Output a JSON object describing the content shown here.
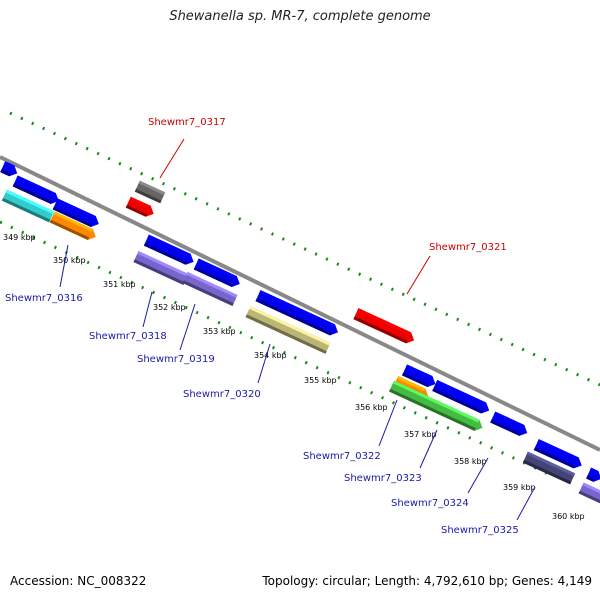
{
  "header": {
    "title": "Shewanella sp. MR-7, complete genome"
  },
  "footer": {
    "accession": "Accession: NC_008322",
    "summary": "Topology: circular; Length: 4,792,610 bp; Genes: 4,149"
  },
  "scale_labels": [
    "349 kbp",
    "350 kbp",
    "351 kbp",
    "352 kbp",
    "353 kbp",
    "354 kbp",
    "355 kbp",
    "356 kbp",
    "357 kbp",
    "358 kbp",
    "359 kbp",
    "360 kbp"
  ],
  "genes": [
    {
      "name": "Shewmr7_0317",
      "color": "#cc0000"
    },
    {
      "name": "Shewmr7_0321",
      "color": "#cc0000"
    },
    {
      "name": "Shewmr7_0316",
      "color": "#1a1aa6"
    },
    {
      "name": "Shewmr7_0318",
      "color": "#1a1aa6"
    },
    {
      "name": "Shewmr7_0319",
      "color": "#1a1aa6"
    },
    {
      "name": "Shewmr7_0320",
      "color": "#1a1aa6"
    },
    {
      "name": "Shewmr7_0322",
      "color": "#1a1aa6"
    },
    {
      "name": "Shewmr7_0323",
      "color": "#1a1aa6"
    },
    {
      "name": "Shewmr7_0324",
      "color": "#1a1aa6"
    },
    {
      "name": "Shewmr7_0325",
      "color": "#1a1aa6"
    }
  ],
  "colors": {
    "backbone": "#888888",
    "tick": "#1a8a1a",
    "blue_cds": "#0000ee",
    "cyan_cds": "#33cccc",
    "orange_cds": "#ff8800",
    "lavender_cds": "#7766cc",
    "khaki_cds": "#bbb577",
    "red_cds": "#ee0000",
    "grey_cds": "#666666",
    "green_cds": "#44bb44",
    "navy_cds": "#444477"
  }
}
